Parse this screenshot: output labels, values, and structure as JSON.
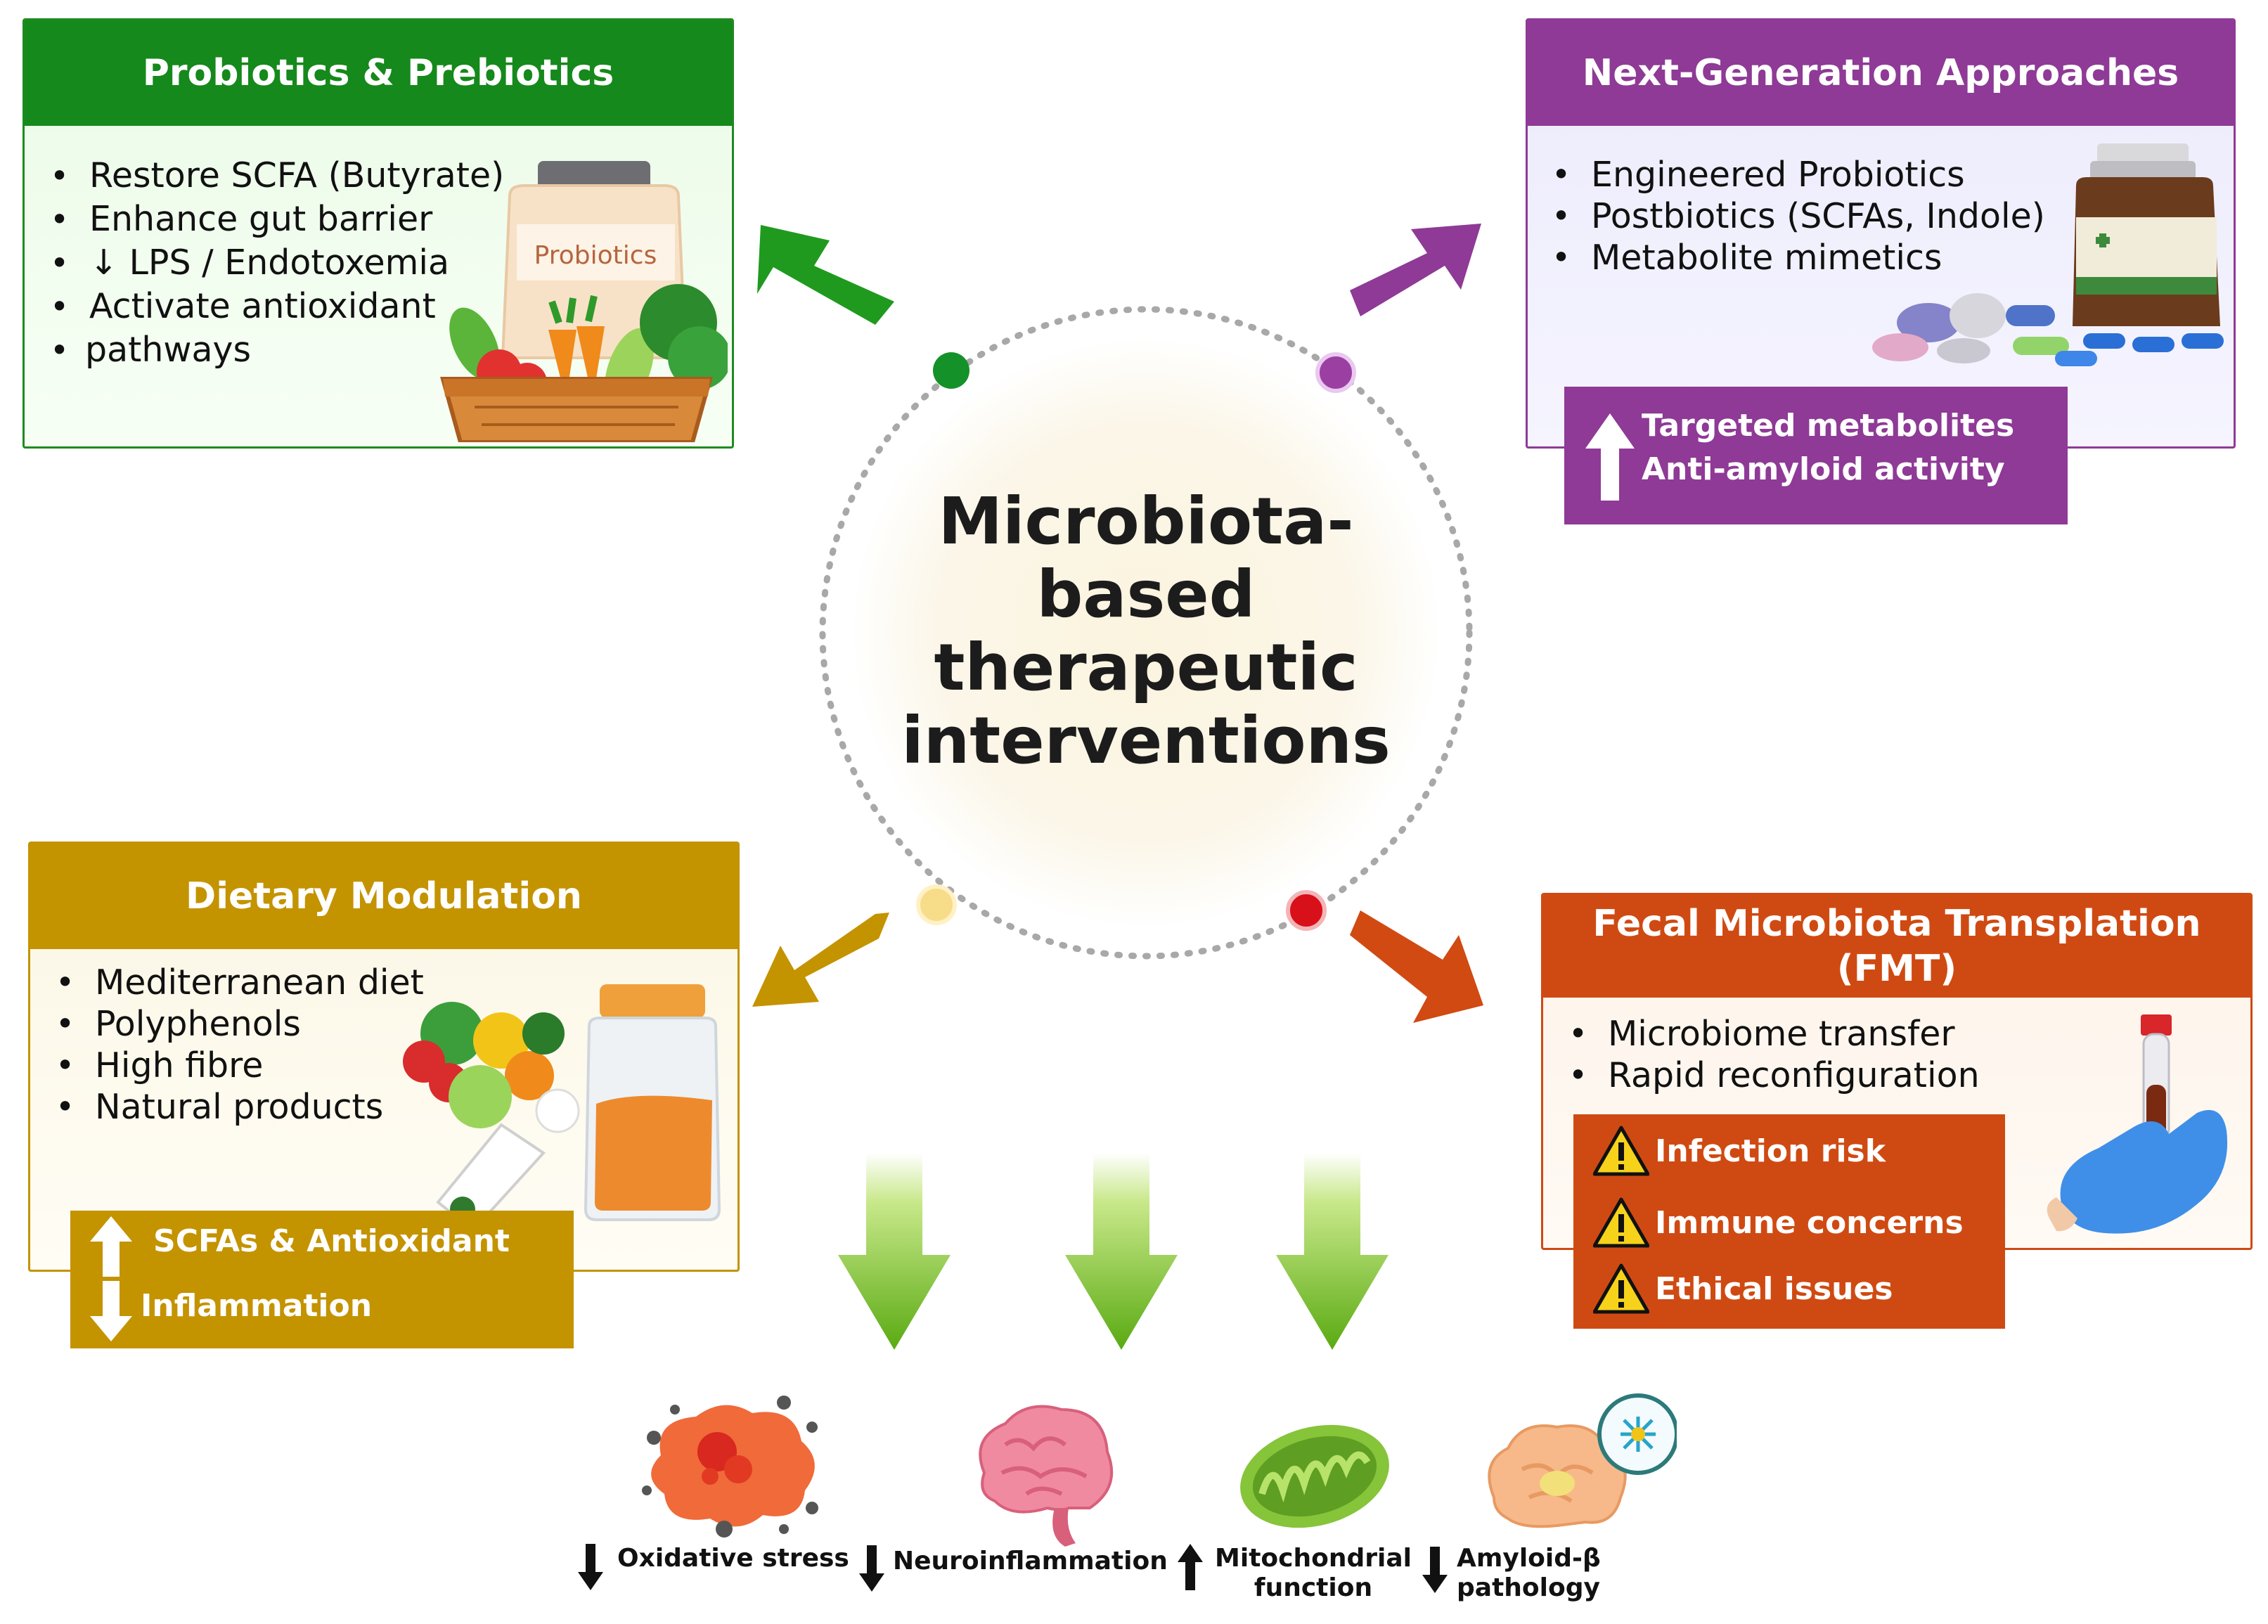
{
  "center": {
    "lines": [
      "Microbiota-",
      "based",
      "therapeutic",
      "interventions"
    ]
  },
  "probiotics": {
    "title": "Probiotics & Prebiotics",
    "color": "#1f8a1f",
    "items": [
      "Restore SCFA (Butyrate)",
      "Enhance gut barrier",
      "↓ LPS / Endotoxemia",
      "Activate antioxidant",
      "pathways"
    ],
    "jar_label": "Probiotics"
  },
  "next_gen": {
    "title": "Next-Generation Approaches",
    "color": "#8e3a96",
    "items": [
      "Engineered Probiotics",
      "Postbiotics (SCFAs, Indole)",
      "Metabolite mimetics"
    ],
    "callout": [
      "Targeted metabolites",
      "Anti-amyloid activity"
    ]
  },
  "dietary": {
    "title": "Dietary Modulation",
    "color": "#c49300",
    "items": [
      "Mediterranean diet",
      "Polyphenols",
      "High fibre",
      "Natural products"
    ],
    "callout_up": "SCFAs & Antioxidant",
    "callout_down": "Inflammation"
  },
  "fmt": {
    "title_line1": "Fecal Microbiota Transplation",
    "title_line2": "(FMT)",
    "color": "#cf4a12",
    "items": [
      "Microbiome transfer",
      "Rapid reconfiguration"
    ],
    "risks": [
      "Infection risk",
      "Immune concerns",
      "Ethical issues"
    ]
  },
  "outcomes": [
    {
      "label": "Oxidative stress",
      "direction": "down",
      "icon": "oxidative-stress-icon"
    },
    {
      "label": "Neuroinflammation",
      "direction": "down",
      "icon": "brain-icon"
    },
    {
      "label_line1": "Mitochondrial",
      "label_line2": "function",
      "direction": "up",
      "icon": "mitochondria-icon"
    },
    {
      "label_line1": "Amyloid-β",
      "label_line2": "pathology",
      "direction": "down",
      "icon": "amyloid-brain-icon"
    }
  ]
}
